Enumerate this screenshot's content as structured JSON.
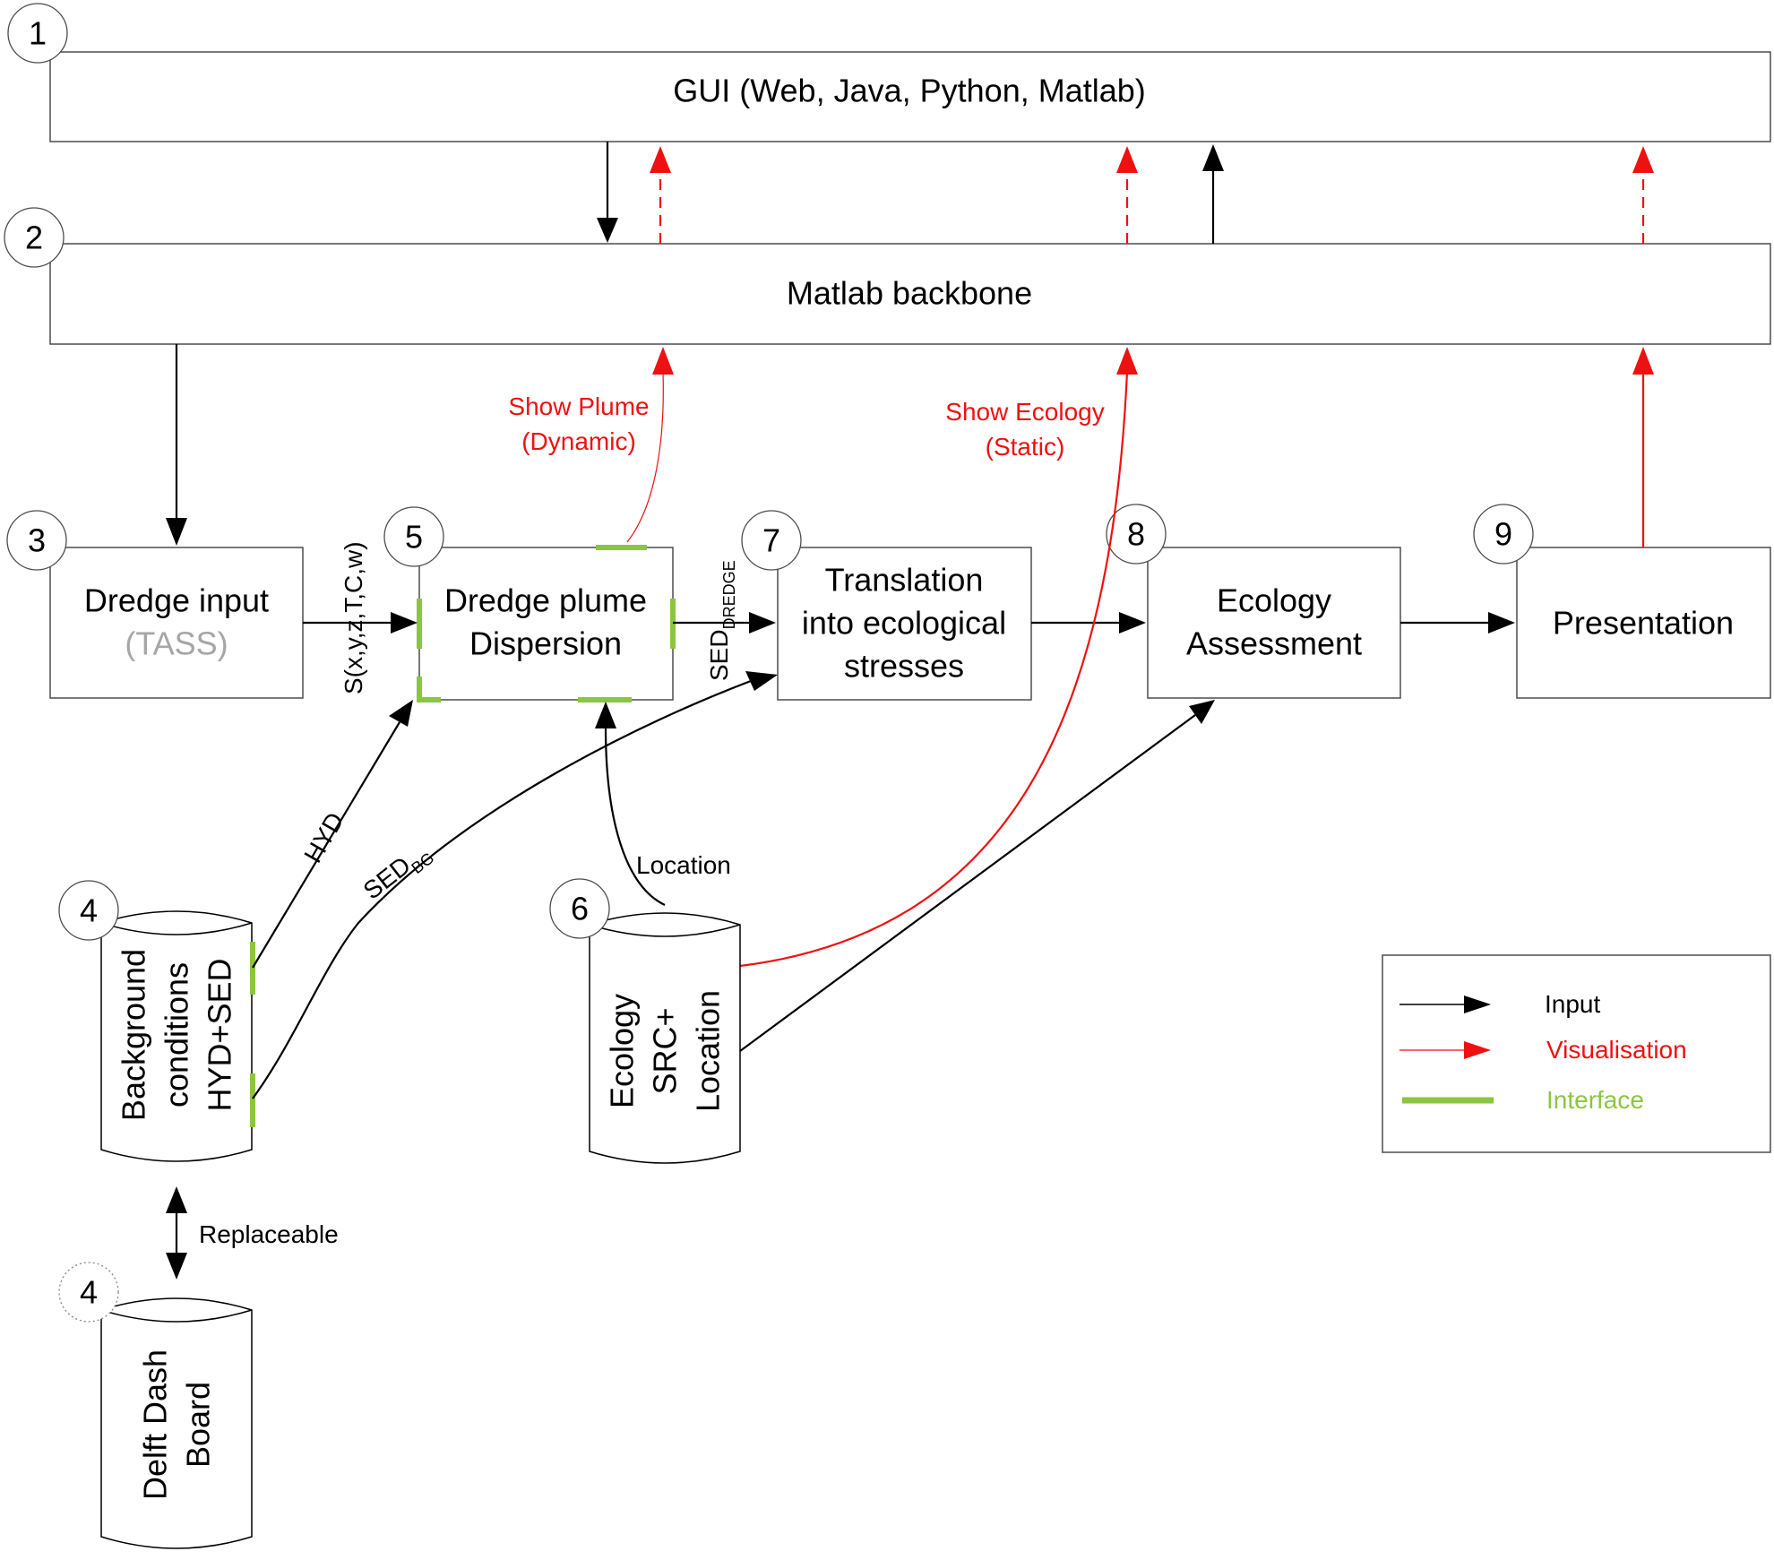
{
  "nodes": {
    "gui": {
      "num": "1",
      "label": "GUI (Web, Java, Python, Matlab)"
    },
    "backbone": {
      "num": "2",
      "label": "Matlab backbone"
    },
    "dredge_input": {
      "num": "3",
      "line1": "Dredge input",
      "line2": "(TASS)"
    },
    "background": {
      "num": "4",
      "line1": "Background",
      "line2": "conditions",
      "line3": "HYD+SED"
    },
    "delft": {
      "num": "4",
      "line1": "Delft Dash",
      "line2": "Board"
    },
    "plume": {
      "num": "5",
      "line1": "Dredge plume",
      "line2": "Dispersion"
    },
    "ecology_src": {
      "num": "6",
      "line1": "Ecology",
      "line2": "SRC+",
      "line3": "Location"
    },
    "translation": {
      "num": "7",
      "line1": "Translation",
      "line2": "into ecological",
      "line3": "stresses"
    },
    "assessment": {
      "num": "8",
      "line1": "Ecology",
      "line2": "Assessment"
    },
    "presentation": {
      "num": "9",
      "label": "Presentation"
    }
  },
  "edge_labels": {
    "source": "S(x,y,z,T,C,w)",
    "sed_dredge": "SED",
    "sed_dredge_sub": "DREDGE",
    "hyd": "HYD",
    "sed_bg": "SED",
    "sed_bg_sub": "BG",
    "location": "Location",
    "replaceable": "Replaceable",
    "show_plume_1": "Show Plume",
    "show_plume_2": "(Dynamic)",
    "show_ecology_1": "Show Ecology",
    "show_ecology_2": "(Static)"
  },
  "legend": {
    "input": "Input",
    "visualisation": "Visualisation",
    "interface": "Interface"
  },
  "colors": {
    "input": "#000000",
    "visualisation": "#ee1111",
    "interface": "#8cc63f",
    "muted_text": "#a6a6a6"
  }
}
